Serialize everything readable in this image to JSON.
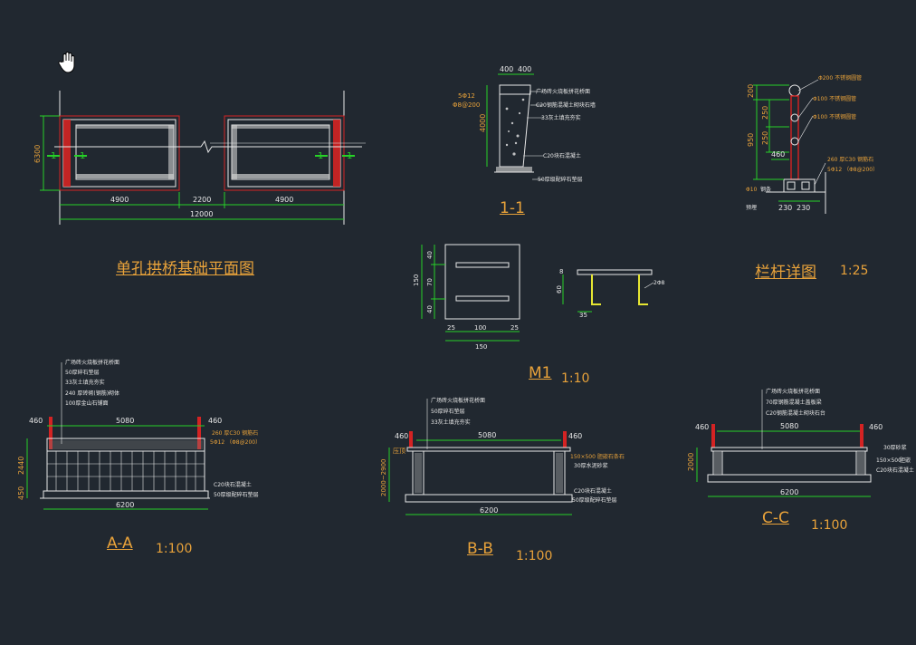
{
  "colors": {
    "bg": "#212830",
    "white": "#e8e8e8",
    "green": "#27d127",
    "orange": "#e8a23a",
    "red": "#d42323",
    "yellow": "#e6e632",
    "cyan": "#32d6d6"
  },
  "icons": {
    "cursor": "pan-hand-icon"
  },
  "plan": {
    "title": "单孔拱桥基础平面图",
    "dims": {
      "total": "12000",
      "left": "4900",
      "mid": "2200",
      "right": "4900",
      "height": "6300"
    },
    "section_marks": [
      "1",
      "1",
      "1",
      "1"
    ]
  },
  "section11": {
    "title": "1-1",
    "top_dims": [
      "400",
      "400"
    ],
    "height": "4000",
    "left_notes": [
      "5Φ12",
      "Φ8@200"
    ],
    "labels": [
      "广场砖火烧板拼花桥面",
      "C20钢筋混凝土砌块石墙",
      "33灰土填充夯实",
      "C20块石混凝土",
      "50厚级配碎石垫层"
    ]
  },
  "railing": {
    "title": "栏杆详图",
    "scale": "1:25",
    "dims_v": [
      "200",
      "250",
      "250",
      "950"
    ],
    "dim_460": "460",
    "bottom_dims": [
      "230",
      "230"
    ],
    "labels": [
      "Φ200 不锈钢圆管",
      "Φ100 不锈钢圆管",
      "Φ100 不锈钢圆管",
      "260 厚C30 钢筋石",
      "5Φ12 （Φ8@200）"
    ],
    "left_labels": [
      "Φ10",
      "钢条",
      "预埋"
    ]
  },
  "m1": {
    "title": "M1",
    "scale": "1:10",
    "dims_h": [
      "25",
      "100",
      "25"
    ],
    "total_w": "150",
    "dims_v": [
      "40",
      "70",
      "40"
    ],
    "total_h": "150",
    "hook_h": "60",
    "hook_w": "35",
    "hook_label": "2Φ8",
    "hook_small": "8"
  },
  "sectionAA": {
    "title": "A-A",
    "scale": "1:100",
    "top_dim": "5080",
    "side_dims": [
      "460",
      "460"
    ],
    "overall": "6200",
    "heights": [
      "2440",
      "450"
    ],
    "labels": [
      "广场砖火烧板拼花桥面",
      "50厚碎石垫层",
      "33灰土填充夯实",
      "240 厚砖砌(钢筋)砌体",
      "100厚金山石铺面"
    ],
    "right_labels": [
      "260 厚C30 钢筋石",
      "5Φ12 （Φ8@200）",
      "C20块石混凝土",
      "50厚级配碎石垫层"
    ]
  },
  "sectionBB": {
    "title": "B-B",
    "scale": "1:100",
    "top_dim": "5080",
    "side_dims": [
      "460",
      "460"
    ],
    "overall": "6200",
    "height": "2000~2900",
    "labels": [
      "广场砖火烧板拼花桥面",
      "50厚碎石垫层",
      "33灰土填充夯实"
    ],
    "right_labels": [
      "150×500 胆嵌石条石",
      "30厚水泥砂浆",
      "C20块石混凝土",
      "50厚级配碎石垫层"
    ],
    "left_label": "压顶"
  },
  "sectionCC": {
    "title": "C-C",
    "scale": "1:100",
    "top_dim": "5080",
    "side_dims": [
      "460",
      "460"
    ],
    "overall": "6200",
    "height": "2000",
    "labels": [
      "广场砖火烧板拼花桥面",
      "70厚钢筋混凝土盖板梁",
      "C20钢筋混凝土砌块石台"
    ],
    "right_labels": [
      "30厚砂浆",
      "胆嵌",
      "150×500",
      "C20块石混凝土"
    ]
  }
}
